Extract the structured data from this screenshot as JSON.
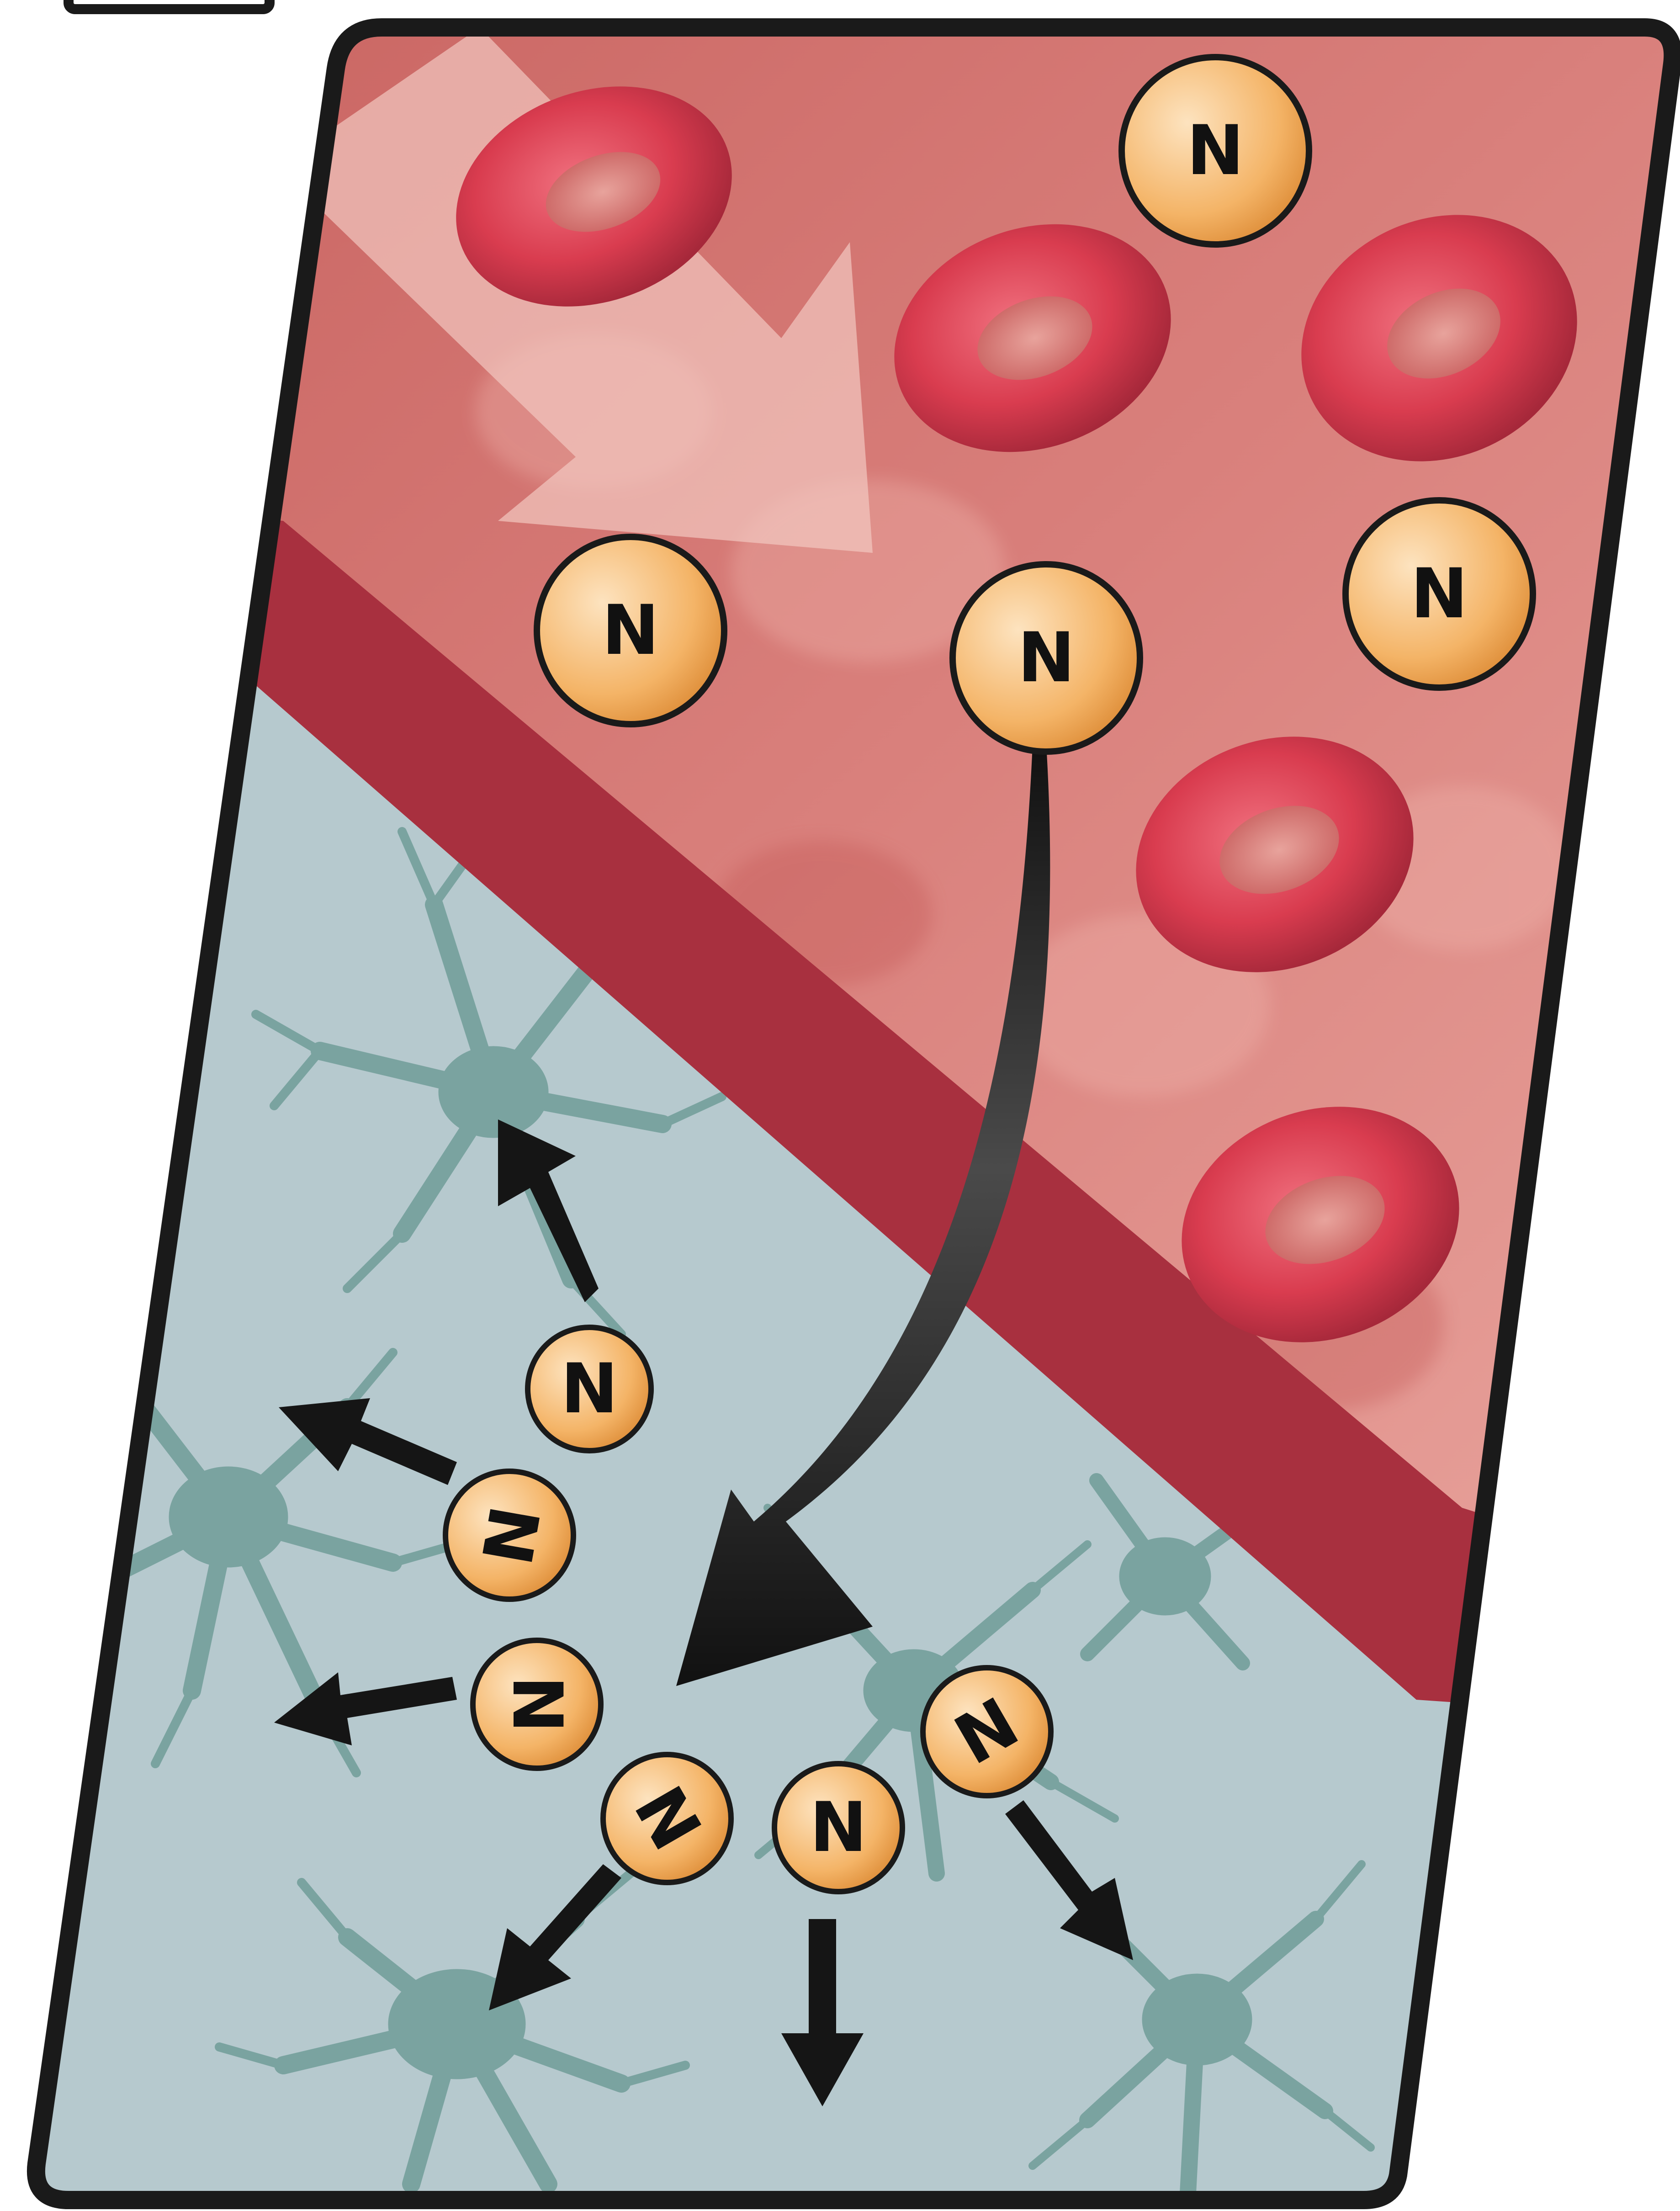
{
  "diagram": {
    "particle_label": "N",
    "colors": {
      "blood": "#d9807c",
      "blood_light": "#e8a39c",
      "vessel_wall": "#a8303f",
      "tissue": "#b6c9ce",
      "neuron": "#7aa3a0",
      "red_cell": "#d93c4f",
      "red_cell_dark": "#a6283a",
      "particle": "#f0a856",
      "particle_light": "#fde3bf",
      "arrow": "#151515",
      "frame": "#1a1a1a"
    },
    "icons": {
      "red_blood_cell": "red-blood-cell-icon",
      "particle": "nanoparticle-icon",
      "neuron": "neuron-icon",
      "flow_arrow": "blood-flow-arrow-icon",
      "crossing_arrow": "barrier-crossing-arrow-icon",
      "dispersal_arrow": "dispersal-arrow-icon"
    },
    "regions": [
      "blood-vessel-lumen",
      "vessel-wall",
      "brain-tissue"
    ],
    "counts": {
      "particles_in_blood": 4,
      "particles_in_tissue": 6,
      "red_blood_cells": 5,
      "dispersal_arrows": 6
    }
  }
}
